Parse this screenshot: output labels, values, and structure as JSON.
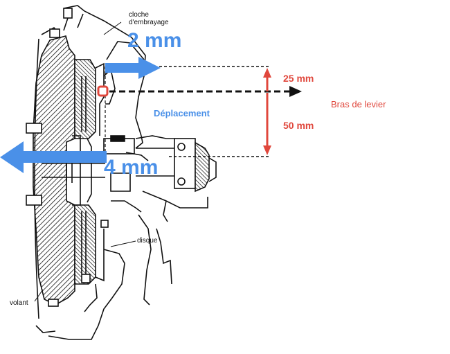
{
  "drawing_labels": {
    "cloche_line1": "cloche",
    "cloche_line2": "d'embrayage",
    "disque": "disque",
    "volant": "volant"
  },
  "annotations": {
    "travel_2mm": "2 mm",
    "travel_4mm": "4 mm",
    "lever_25mm": "25 mm",
    "lever_50mm": "50 mm",
    "displacement": "Déplacement",
    "lever_arm": "Bras de levier"
  },
  "colors": {
    "blue": "#4a90e8",
    "red": "#e0473c",
    "ink": "#111111"
  }
}
